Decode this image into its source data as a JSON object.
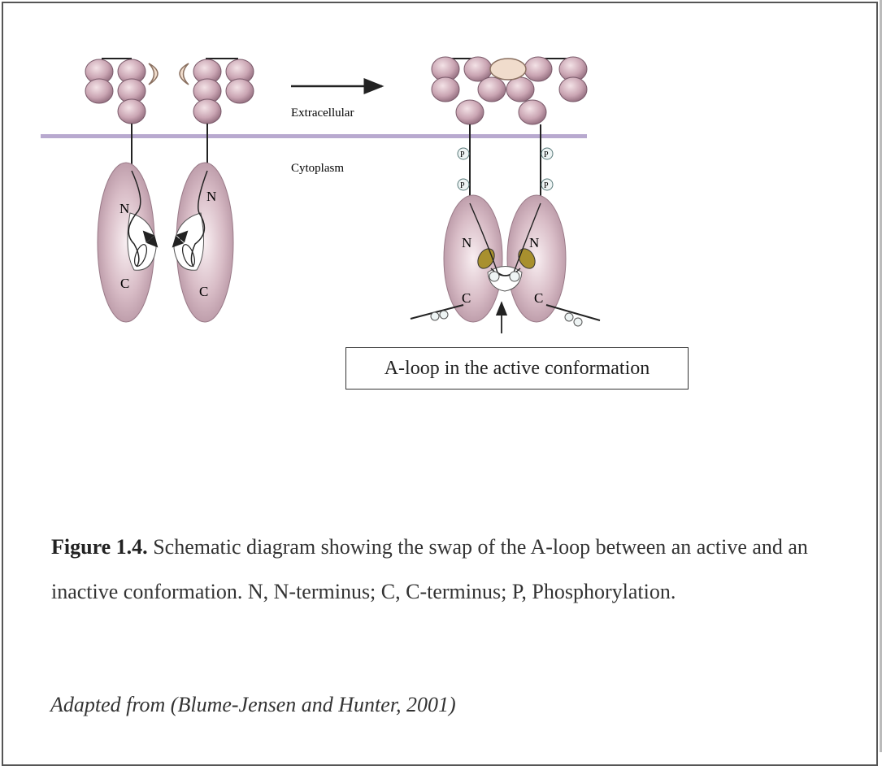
{
  "diagram": {
    "labels": {
      "extracellular": "Extracellular",
      "cytoplasm": "Cytoplasm",
      "n_terminus": "N",
      "c_terminus": "C",
      "phosphate": "P"
    },
    "callout": "A-loop in the active conformation"
  },
  "caption": {
    "figure_label": "Figure 1.4.",
    "text": "  Schematic diagram showing the swap of the A-loop between an active and an inactive conformation.  N, N-terminus; C, C-terminus; P, Phosphorylation."
  },
  "credit": "Adapted from (Blume-Jensen and Hunter, 2001)",
  "colors": {
    "domain_fill": "#c9a9b5",
    "domain_edge": "#a08090",
    "membrane": "#b8a9cf",
    "ligand": "#f0dccc"
  }
}
